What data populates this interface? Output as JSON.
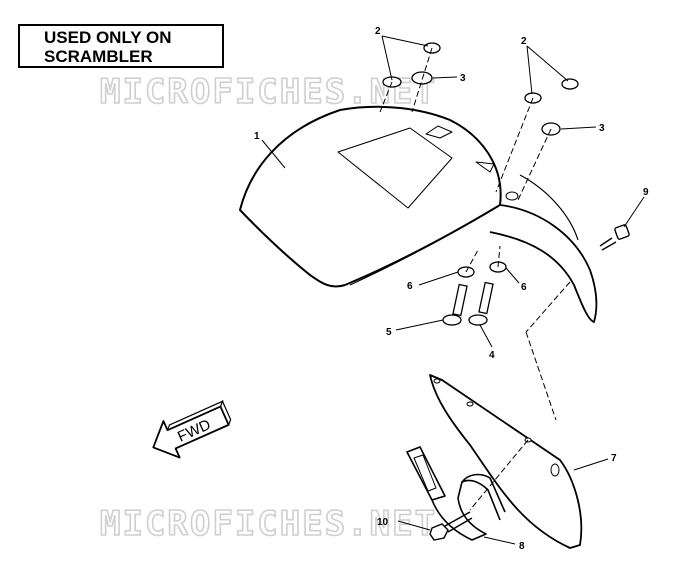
{
  "notice": {
    "line1": "USED ONLY ON",
    "line2": "SCRAMBLER"
  },
  "watermark": {
    "text": "MICROFICHES.NET"
  },
  "direction_arrow": {
    "label": "FWD"
  },
  "callouts": {
    "fender": "1",
    "washer_top_left": "2",
    "washer_top_right": "2",
    "grommet_left": "3",
    "grommet_right": "3",
    "bolt_right": "4",
    "bolt_left": "5",
    "collar_left": "6",
    "collar_right": "6",
    "plate": "7",
    "bracket": "8",
    "screw_side": "9",
    "screw_bracket": "10"
  },
  "colors": {
    "line": "#000000",
    "watermark_outline": "#cfcfcf",
    "background": "#ffffff"
  }
}
